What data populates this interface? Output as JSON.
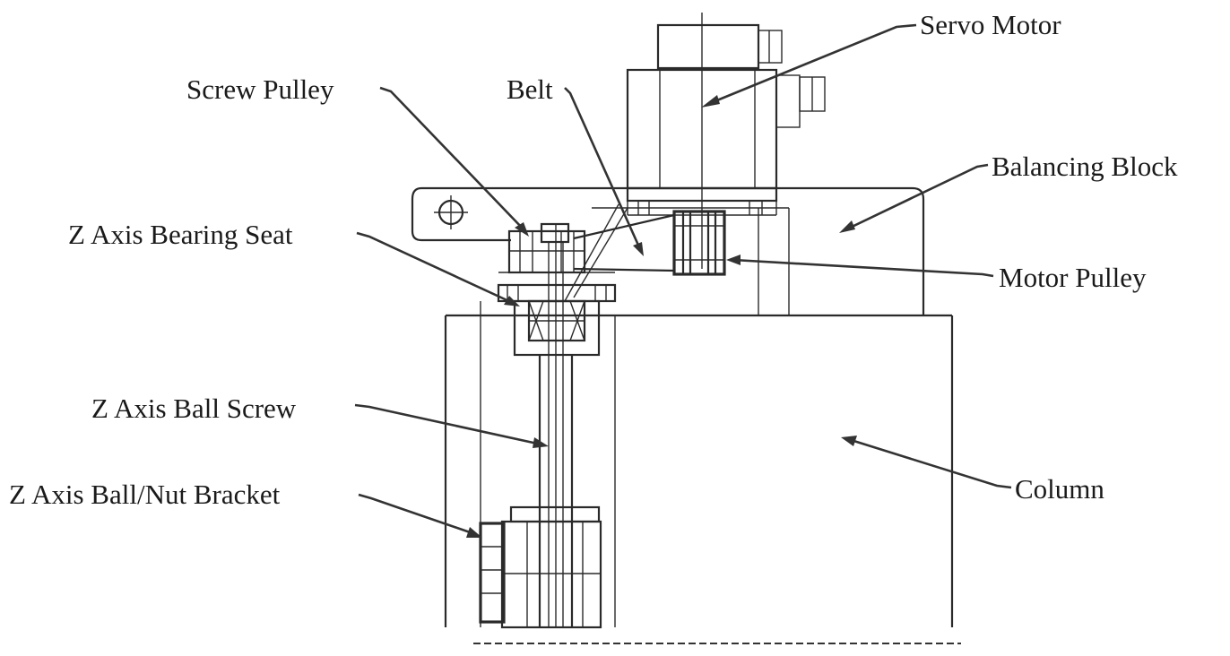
{
  "labels": {
    "servo_motor": "Servo Motor",
    "screw_pulley": "Screw Pulley",
    "belt": "Belt",
    "balancing_block": "Balancing Block",
    "z_axis_bearing_seat": "Z Axis Bearing Seat",
    "motor_pulley": "Motor Pulley",
    "z_axis_ball_screw": "Z Axis Ball Screw",
    "column": "Column",
    "z_axis_ball_nut_bracket": "Z Axis Ball/Nut Bracket"
  }
}
